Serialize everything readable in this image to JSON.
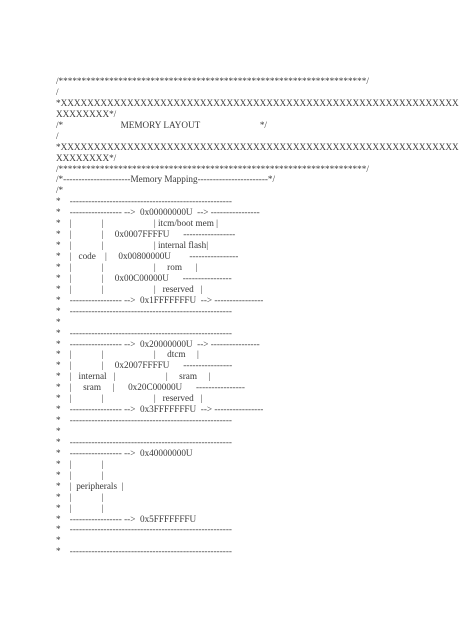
{
  "lines": [
    "/*******************************************************************/",
    "/",
    "*XXXXXXXXXXXXXXXXXXXXXXXXXXXXXXXXXXXXXXXXXXXXXXXXXXXXXXXXXXXX",
    "XXXXXXXX*/",
    "/*                         MEMORY LAYOUT                          */",
    "/",
    "*XXXXXXXXXXXXXXXXXXXXXXXXXXXXXXXXXXXXXXXXXXXXXXXXXXXXXXXXXXXX",
    "XXXXXXXX*/",
    "/*******************************************************************/",
    "/*----------------------Memory Mapping-----------------------*/",
    "/*",
    "*    -----------------------------------------------------",
    "*    ----------------- -->  0x00000000U  --> ----------------",
    "*    |             |                      | itcm/boot mem |",
    "*    |             |     0x0007FFFFU      -----------------",
    "*    |             |                      | internal flash|",
    "*    |   code    |     0x00800000U        ----------------",
    "*    |             |                      |     rom      |",
    "*    |             |     0x00C00000U      ----------------",
    "*    |             |                      |   reserved   |",
    "*    ----------------- -->  0x1FFFFFFFU  --> ----------------",
    "*    -----------------------------------------------------",
    "*",
    "*    -----------------------------------------------------",
    "*    ----------------- -->  0x20000000U  --> ----------------",
    "*    |             |                      |     dtcm     |",
    "*    |             |     0x2007FFFFU      ----------------",
    "*    |   internal   |                      |     sram     |",
    "*    |     sram     |      0x20C00000U      ----------------",
    "*    |             |                      |   reserved   |",
    "*    ----------------- -->  0x3FFFFFFFU  --> ----------------",
    "*    -----------------------------------------------------",
    "*",
    "*    -----------------------------------------------------",
    "*    ----------------- -->  0x40000000U",
    "*    |             |",
    "*    |             |",
    "*    |  peripherals  |",
    "*    |             |",
    "*    |             |",
    "*    ----------------- -->  0x5FFFFFFFU",
    "*    -----------------------------------------------------",
    "*",
    "*    -----------------------------------------------------"
  ]
}
